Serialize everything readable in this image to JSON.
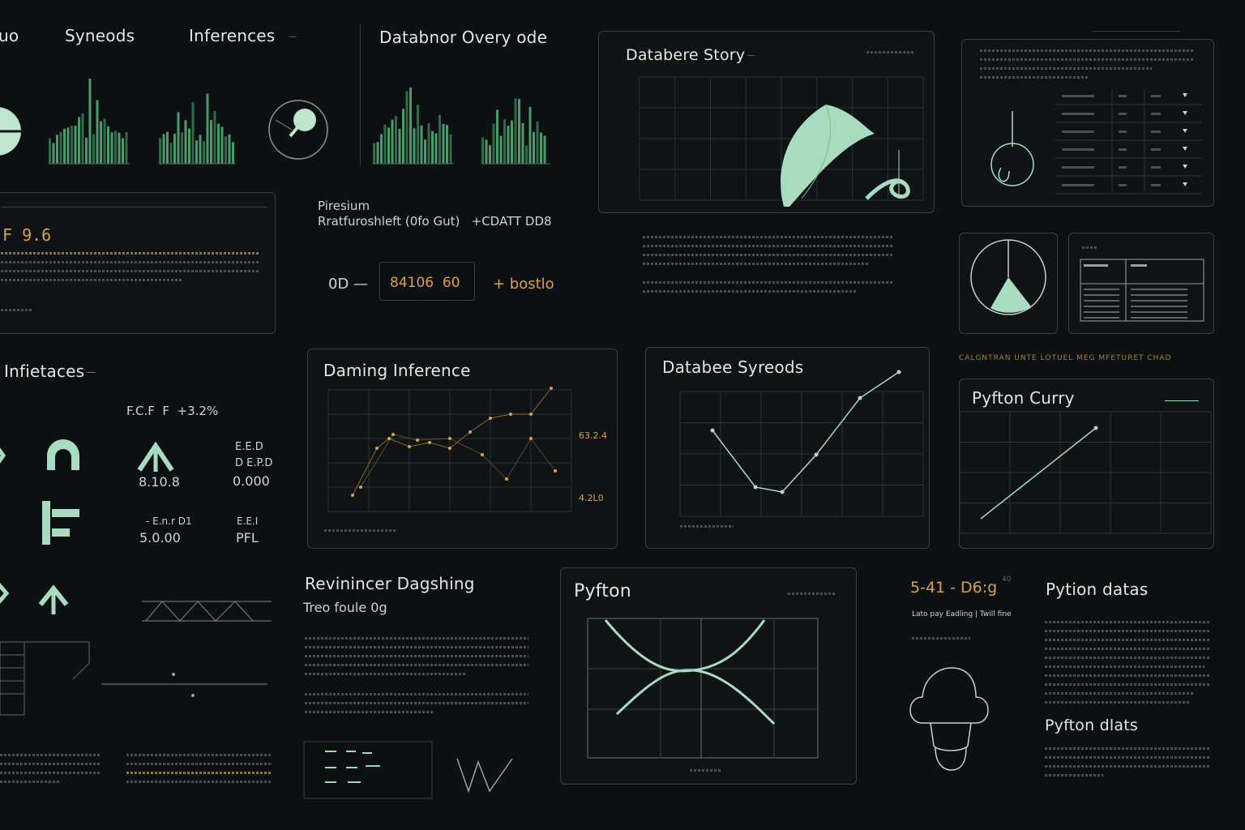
{
  "colors": {
    "background": "#0d1012",
    "accent": "#9ed8b4",
    "bars": "#4a9a6a",
    "highlight": "#d8a24a",
    "border": "#3a3f41"
  },
  "header": {
    "tab_partial": "uo",
    "tab1": "Syneods",
    "tab2": "Inferences",
    "tab2_suffix": "—",
    "overview_title": "Databnor Overy ode"
  },
  "metric_panel": {
    "value": "F  9.6"
  },
  "premium": {
    "label": "Piresium",
    "subtitle": "Rratfuroshleft (0fo Gut)   +CDATT DD8",
    "prefix": "0D —",
    "value": "84106  60",
    "link": "+ bostlo"
  },
  "interfaces": {
    "title": "Infietaces",
    "title_suffix": "—",
    "ratio": "F.C.F  F  +3.2%",
    "value1": "8.10.8",
    "label2": "E.E.D\nD E.P.D",
    "value2": "0.000",
    "label3": "- E.n.r D1",
    "value3": "5.0.00",
    "label4": "E.E.I",
    "value4": "PFL"
  },
  "databere_story": {
    "title": "Databere Story",
    "title_suffix": "—"
  },
  "daming_inference": {
    "title": "Daming Inference",
    "value_high": "63.2.4",
    "value_low": "4.2L0"
  },
  "databee_syreods": {
    "title": "Databee Syreods"
  },
  "pyfton_curry": {
    "title": "Pyfton Curry"
  },
  "reviniencer": {
    "title": "Revinincer Dagshing",
    "subtitle": "Treo foule 0g"
  },
  "pyfton_chart": {
    "title": "Pyfton"
  },
  "right_column": {
    "metric": "5-41 - D6:g",
    "metric_sup": "40",
    "metric_caption": "Lato pay Eadling | Twill fine",
    "pytion_datas": "Pytion datas",
    "pyfton_dlats": "Pyfton dlats"
  },
  "yellow_banner": "CALGNTRAN  UNTE LOTUEL  MEG MFETURET CHAD"
}
